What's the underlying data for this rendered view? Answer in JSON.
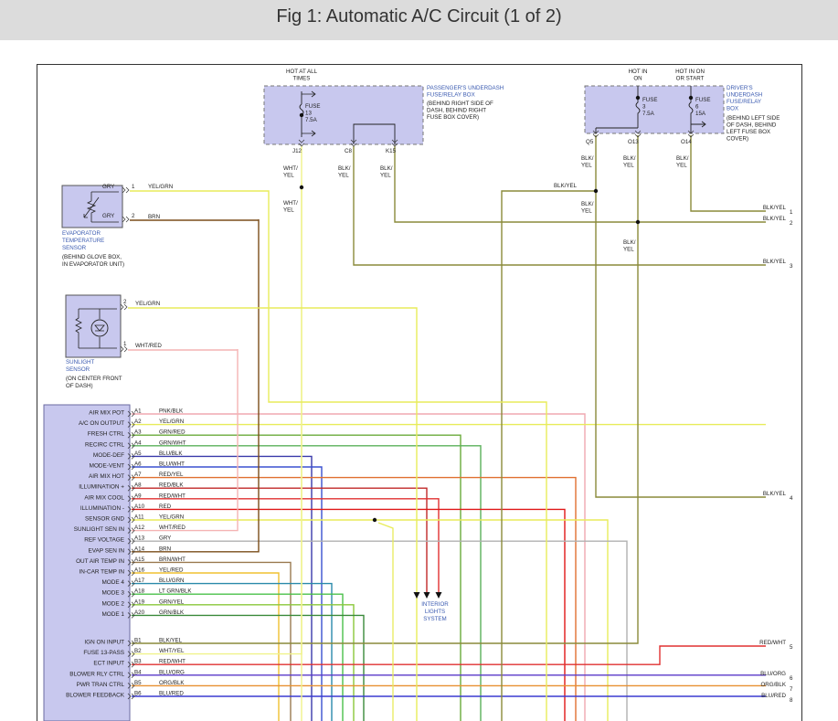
{
  "title": "Fig 1: Automatic A/C Circuit (1 of 2)",
  "colors": {
    "YEL/GRN": "#e8ec5a",
    "BRN": "#7a4d1a",
    "WHT/YEL": "#f0f28a",
    "BLK/YEL": "#8a8a3a",
    "WHT/RED": "#f4b3b3",
    "PNK/BLK": "#f0a8b0",
    "GRN/RED": "#6aaa3a",
    "GRN/WHT": "#5ab05a",
    "BLU/BLK": "#3a3aaa",
    "BLU/WHT": "#3a50d0",
    "RED/YEL": "#e07030",
    "RED/BLK": "#c02828",
    "RED/WHT": "#e03030",
    "RED": "#e01818",
    "GRY": "#b0b0b0",
    "BRN/WHT": "#9a7a50",
    "YEL/RED": "#f0c030",
    "BLU/GRN": "#2a8aaa",
    "LT GRN/BLK": "#4ac04a",
    "GRN/YEL": "#8ac83a",
    "GRN/BLK": "#3a8a3a",
    "BLU/ORG": "#5a3ac8",
    "ORG/BLK": "#e89030",
    "BLU/RED": "#3a3ad0"
  },
  "passenger_box": {
    "label": [
      "PASSENGER'S UNDERDASH",
      "FUSE/RELAY BOX"
    ],
    "location": [
      "(BEHIND RIGHT SIDE OF",
      "DASH, BEHIND RIGHT",
      "FUSE BOX COVER)"
    ],
    "hot_label": [
      "HOT AT ALL",
      "TIMES"
    ],
    "fuse": [
      "FUSE",
      "13",
      "7.5A"
    ],
    "terminals": [
      "J12",
      "C8",
      "K15"
    ]
  },
  "driver_box": {
    "label": [
      "DRIVER'S",
      "UNDERDASH",
      "FUSE/RELAY",
      "BOX"
    ],
    "location": [
      "(BEHIND LEFT SIDE",
      "OF DASH, BEHIND",
      "LEFT FUSE BOX",
      "COVER)"
    ],
    "hot_in_on": [
      "HOT IN",
      "ON"
    ],
    "hot_in_on_start": [
      "HOT IN ON",
      "OR START"
    ],
    "fuse_a": [
      "FUSE",
      "3",
      "7.5A"
    ],
    "fuse_b": [
      "FUSE",
      "6",
      "15A"
    ],
    "terminals": [
      "Q5",
      "O13",
      "O14"
    ]
  },
  "evap_sensor": {
    "label": [
      "EVAPORATOR",
      "TEMPERATURE",
      "SENSOR"
    ],
    "location": [
      "(BEHIND GLOVE BOX,",
      "IN EVAPORATOR UNIT)"
    ],
    "pins": [
      "1",
      "2"
    ],
    "pin_wires": [
      "GRY",
      "GRY"
    ]
  },
  "sun_sensor": {
    "label": [
      "SUNLIGHT",
      "SENSOR"
    ],
    "location": [
      "(ON CENTER FRONT",
      "OF DASH)"
    ],
    "pins": [
      "2",
      "1"
    ]
  },
  "interior_lights": [
    "INTERIOR",
    "LIGHTS",
    "SYSTEM"
  ],
  "connector_a": [
    {
      "label": "AIR MIX POT",
      "pin": "A1",
      "wire": "PNK/BLK"
    },
    {
      "label": "A/C ON OUTPUT",
      "pin": "A2",
      "wire": "YEL/GRN"
    },
    {
      "label": "FRESH CTRL",
      "pin": "A3",
      "wire": "GRN/RED"
    },
    {
      "label": "RECIRC CTRL",
      "pin": "A4",
      "wire": "GRN/WHT"
    },
    {
      "label": "MODE-DEF",
      "pin": "A5",
      "wire": "BLU/BLK"
    },
    {
      "label": "MODE-VENT",
      "pin": "A6",
      "wire": "BLU/WHT"
    },
    {
      "label": "AIR MIX HOT",
      "pin": "A7",
      "wire": "RED/YEL"
    },
    {
      "label": "ILLUMINATION +",
      "pin": "A8",
      "wire": "RED/BLK"
    },
    {
      "label": "AIR MIX COOL",
      "pin": "A9",
      "wire": "RED/WHT"
    },
    {
      "label": "ILLUMINATION -",
      "pin": "A10",
      "wire": "RED"
    },
    {
      "label": "SENSOR GND",
      "pin": "A11",
      "wire": "YEL/GRN"
    },
    {
      "label": "SUNLIGHT SEN IN",
      "pin": "A12",
      "wire": "WHT/RED"
    },
    {
      "label": "REF VOLTAGE",
      "pin": "A13",
      "wire": "GRY"
    },
    {
      "label": "EVAP SEN IN",
      "pin": "A14",
      "wire": "BRN"
    },
    {
      "label": "OUT AIR TEMP IN",
      "pin": "A15",
      "wire": "BRN/WHT"
    },
    {
      "label": "IN-CAR TEMP IN",
      "pin": "A16",
      "wire": "YEL/RED"
    },
    {
      "label": "MODE 4",
      "pin": "A17",
      "wire": "BLU/GRN"
    },
    {
      "label": "MODE 3",
      "pin": "A18",
      "wire": "LT GRN/BLK"
    },
    {
      "label": "MODE 2",
      "pin": "A19",
      "wire": "GRN/YEL"
    },
    {
      "label": "MODE 1",
      "pin": "A20",
      "wire": "GRN/BLK"
    }
  ],
  "connector_b": [
    {
      "label": "IGN ON INPUT",
      "pin": "B1",
      "wire": "BLK/YEL"
    },
    {
      "label": "FUSE 13-PASS",
      "pin": "B2",
      "wire": "WHT/YEL"
    },
    {
      "label": "ECT INPUT",
      "pin": "B3",
      "wire": "RED/WHT"
    },
    {
      "label": "BLOWER RLY CTRL",
      "pin": "B4",
      "wire": "BLU/ORG"
    },
    {
      "label": "PWR TRAN CTRL",
      "pin": "B5",
      "wire": "ORG/BLK"
    },
    {
      "label": "BLOWER FEEDBACK",
      "pin": "B6",
      "wire": "BLU/RED"
    }
  ],
  "right_exits": [
    {
      "wire": "BLK/YEL",
      "num": "1"
    },
    {
      "wire": "BLK/YEL",
      "num": "2"
    },
    {
      "wire": "BLK/YEL",
      "num": "3"
    },
    {
      "wire": "BLK/YEL",
      "num": "4"
    },
    {
      "wire": "RED/WHT",
      "num": "5"
    },
    {
      "wire": "BLU/ORG",
      "num": "6"
    },
    {
      "wire": "ORG/BLK",
      "num": "7"
    },
    {
      "wire": "BLU/RED",
      "num": "8"
    }
  ],
  "wire_labels": {
    "J12_a": [
      "WHT/",
      "YEL"
    ],
    "J12_b": [
      "WHT/",
      "YEL"
    ],
    "C8": [
      "BLK/",
      "YEL"
    ],
    "K15": [
      "BLK/",
      "YEL"
    ],
    "Q5": [
      "BLK/",
      "YEL"
    ],
    "O13": [
      "BLK/",
      "YEL"
    ],
    "O14": [
      "BLK/",
      "YEL"
    ],
    "Q5_branch": [
      "BLK/",
      "YEL"
    ],
    "Q5_low": [
      "BLK/",
      "YEL"
    ],
    "Q5_horizontal": "BLK/YEL",
    "evap_pin1": "YEL/GRN",
    "evap_pin2": "BRN",
    "sun_pin2": "YEL/GRN",
    "sun_pin1": "WHT/RED"
  }
}
